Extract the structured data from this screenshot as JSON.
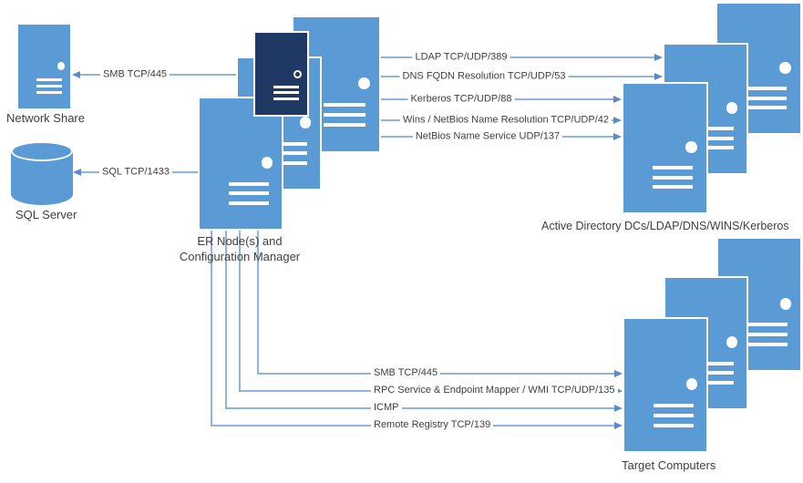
{
  "nodes": {
    "network_share": {
      "label": "Network Share",
      "icon": "server-icon"
    },
    "sql_server": {
      "label": "SQL Server",
      "icon": "database-cylinder-icon"
    },
    "er_node": {
      "label_line1": "ER Node(s) and",
      "label_line2": "Configuration Manager",
      "icon": "server-stack-icon",
      "server_count": 4
    },
    "active_directory": {
      "label": "Active Directory DCs/LDAP/DNS/WINS/Kerberos",
      "icon": "server-stack-icon",
      "server_count": 3
    },
    "target_computers": {
      "label": "Target Computers",
      "icon": "server-stack-icon",
      "server_count": 3
    }
  },
  "connections": {
    "from_er_to_network_share": {
      "label": "SMB TCP/445",
      "direction": "left"
    },
    "from_er_to_sql_server": {
      "label": "SQL TCP/1433",
      "direction": "left"
    },
    "to_active_directory": [
      {
        "label": "LDAP TCP/UDP/389",
        "direction": "right"
      },
      {
        "label": "DNS FQDN Resolution TCP/UDP/53",
        "direction": "right"
      },
      {
        "label": "Kerberos TCP/UDP/88",
        "direction": "right"
      },
      {
        "label": "Wins / NetBios Name Resolution TCP/UDP/42",
        "direction": "right"
      },
      {
        "label": "NetBios Name Service UDP/137",
        "direction": "right"
      }
    ],
    "to_target_computers": [
      {
        "label": "SMB TCP/445",
        "direction": "down-right"
      },
      {
        "label": "RPC Service & Endpoint Mapper / WMI TCP/UDP/135",
        "direction": "down-right"
      },
      {
        "label": "ICMP",
        "direction": "down-right"
      },
      {
        "label": "Remote Registry TCP/139",
        "direction": "down-right"
      }
    ]
  },
  "colors": {
    "server_fill": "#5B9BD5",
    "highlight_server_fill": "#1F3864",
    "connector_line": "#8EB4E0",
    "arrowhead": "#5B8BC9",
    "label_text": "#3F3F3F"
  }
}
